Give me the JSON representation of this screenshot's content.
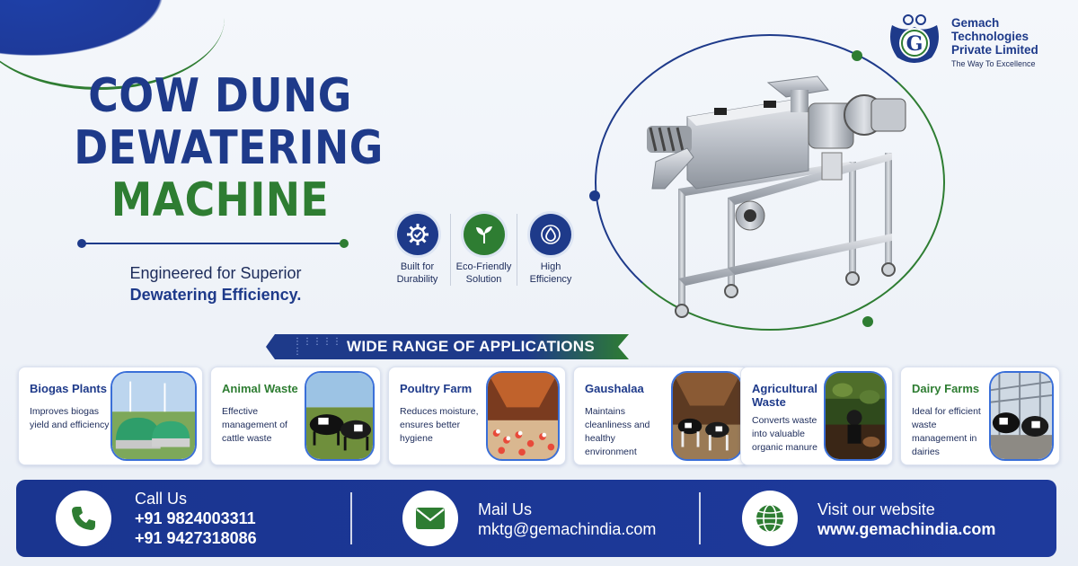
{
  "brand": {
    "name_line1": "Gemach",
    "name_line2": "Technologies",
    "name_line3": "Private Limited",
    "tagline": "The Way To Excellence",
    "logo_letter": "G"
  },
  "hero": {
    "title_line1": "COW DUNG",
    "title_line2": "DEWATERING",
    "title_line3": "MACHINE",
    "subtitle_line1": "Engineered for Superior",
    "subtitle_line2": "Dewatering Efficiency."
  },
  "features": [
    {
      "icon": "gear-icon",
      "line1": "Built for",
      "line2": "Durability"
    },
    {
      "icon": "leaf-icon",
      "line1": "Eco-Friendly",
      "line2": "Solution"
    },
    {
      "icon": "water-drop-icon",
      "line1": "High",
      "line2": "Efficiency"
    }
  ],
  "applications": {
    "heading": "WIDE RANGE OF APPLICATIONS",
    "items": [
      {
        "title": "Biogas Plants",
        "desc": "Improves biogas yield and efficiency"
      },
      {
        "title": "Animal Waste",
        "desc": "Effective management of cattle waste"
      },
      {
        "title": "Poultry Farm",
        "desc": "Reduces moisture, ensures better hygiene"
      },
      {
        "title": "Gaushalaa",
        "desc": "Maintains cleanliness and healthy environment"
      },
      {
        "title": "Agricultural Waste",
        "desc": "Converts waste into valuable organic manure"
      },
      {
        "title": "Dairy Farms",
        "desc": "Ideal for efficient waste management in dairies"
      }
    ]
  },
  "contact": {
    "call_label": "Call Us",
    "phone1": "+91 9824003311",
    "phone2": "+91 9427318086",
    "mail_label": "Mail Us",
    "email": "mktg@gemachindia.com",
    "web_label": "Visit our website",
    "website": "www.gemachindia.com"
  },
  "colors": {
    "primary_blue": "#1e3a8a",
    "accent_green": "#2e7d32",
    "background": "#eef2f8"
  }
}
